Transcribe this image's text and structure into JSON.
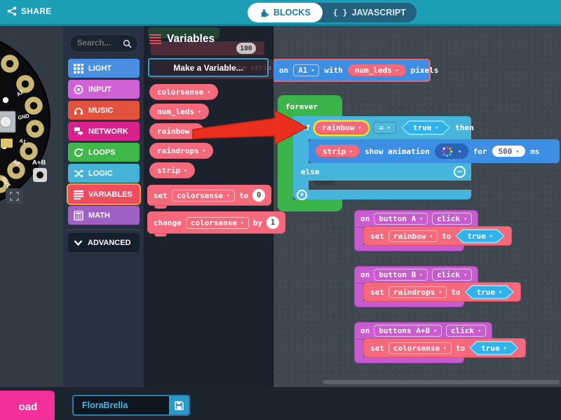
{
  "colors": {
    "topbar_teal": "#1d9eb7",
    "toolbox_bg": "#273142",
    "workspace_bg": "#3f4851",
    "light": "#4a8fe2",
    "input": "#cf63d6",
    "music": "#e3523d",
    "network": "#d9218c",
    "loops": "#3fb74a",
    "logic": "#45b3d8",
    "variables": "#ec4e60",
    "variables_selected_border": "#f2a33c",
    "math": "#a05fc4",
    "advanced": "#16202c",
    "variable_red": "#f4697b",
    "event_purple": "#c85cce",
    "neopixel_blue": "#3d8fe4",
    "if_cyan": "#45b5dc",
    "forever_green": "#3bb54a",
    "true_blue": "#2fb3ea",
    "download_pink": "#f3309b",
    "highlight_yellow": "#ffe31a",
    "arrow_red": "#ea2f1f"
  },
  "topbar": {
    "share_label": "SHARE",
    "blocks_tab": "BLOCKS",
    "javascript_braces": "{ }",
    "javascript_tab": "JAVASCRIPT"
  },
  "simulator": {
    "ab_button_label": "A+B",
    "pad_labels": [
      "A2",
      "GND",
      "A1",
      "A0",
      "OUT"
    ]
  },
  "toolbox": {
    "search_placeholder": "Search...",
    "categories": [
      "LIGHT",
      "INPUT",
      "MUSIC",
      "NETWORK",
      "LOOPS",
      "LOGIC",
      "VARIABLES",
      "MATH"
    ],
    "advanced_label": "ADVANCED"
  },
  "flyout": {
    "title": "Variables",
    "make_variable_label": "Make a Variable...",
    "variable_pills": [
      "colorsense",
      "num_leds",
      "rainbow",
      "raindrops",
      "strip"
    ],
    "set_block": {
      "keyword": "set",
      "variable": "colorsense",
      "preposition": "to",
      "value": "0"
    },
    "change_block": {
      "keyword": "change",
      "variable": "colorsense",
      "preposition": "by",
      "value": "1"
    },
    "ghost_blocks": {
      "value_bubble": "100",
      "partial_text": "create strip"
    }
  },
  "workspace": {
    "create_strip_block": {
      "on": "on",
      "pin": "A1",
      "with": "with",
      "count_variable": "num_leds",
      "pixels": "pixels"
    },
    "forever_block": {
      "label": "forever"
    },
    "if_block": {
      "if": "if",
      "condition_variable": "rainbow",
      "operator": "=",
      "comparison_value": "true",
      "then": "then",
      "else": "else"
    },
    "show_animation_block": {
      "strip_variable": "strip",
      "label": "show animation",
      "for": "for",
      "duration": "500",
      "ms": "ms"
    },
    "event_blocks": [
      {
        "on": "on",
        "button": "button A",
        "event": "click",
        "set": "set",
        "variable": "rainbow",
        "to": "to",
        "value": "true"
      },
      {
        "on": "on",
        "button": "button B",
        "event": "click",
        "set": "set",
        "variable": "raindrops",
        "to": "to",
        "value": "true"
      },
      {
        "on": "on",
        "button": "buttons A+B",
        "event": "click",
        "set": "set",
        "variable": "colorsense",
        "to": "to",
        "value": "true"
      }
    ]
  },
  "footer": {
    "download_button_partial": "oad",
    "project_name": "FloraBrella"
  }
}
